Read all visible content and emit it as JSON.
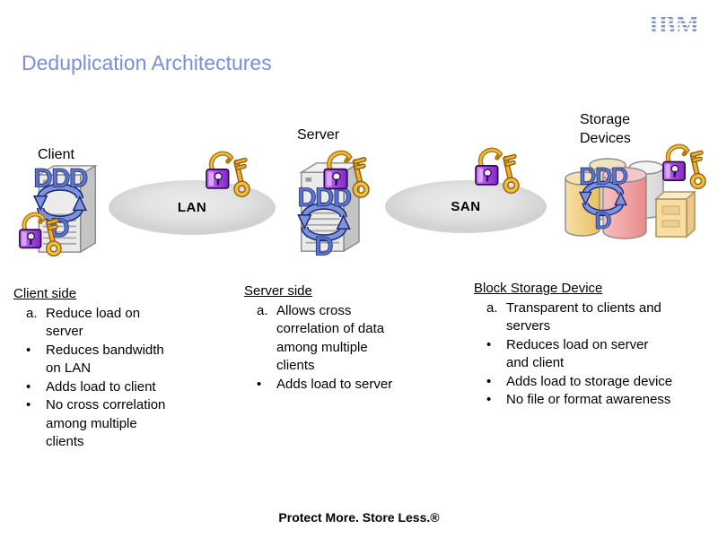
{
  "brand": {
    "logo_text": "IBM"
  },
  "title": "Deduplication Architectures",
  "diagram": {
    "client_label": "Client",
    "server_label": "Server",
    "storage_label_lines": [
      "Storage",
      "Devices"
    ],
    "lan_label": "LAN",
    "san_label": "SAN",
    "dedup_top": "DDD",
    "dedup_bottom": "D"
  },
  "columns": [
    {
      "heading": "Client side",
      "items": [
        {
          "marker": "a.",
          "lines": [
            "Reduce load on",
            "server"
          ]
        },
        {
          "marker": "•",
          "lines": [
            "Reduces bandwidth",
            "on LAN"
          ]
        },
        {
          "marker": "•",
          "lines": [
            "Adds load to client"
          ]
        },
        {
          "marker": "•",
          "lines": [
            "No cross correlation",
            "among multiple",
            "clients"
          ]
        }
      ]
    },
    {
      "heading": "Server side",
      "items": [
        {
          "marker": "a.",
          "lines": [
            "Allows cross",
            "correlation of data",
            "among multiple",
            "clients"
          ]
        },
        {
          "marker": "•",
          "lines": [
            "Adds load to server"
          ]
        }
      ]
    },
    {
      "heading": "Block Storage Device",
      "items": [
        {
          "marker": "a.",
          "lines": [
            "Transparent to clients and",
            "servers"
          ]
        },
        {
          "marker": "•",
          "lines": [
            "Reduces load on server",
            "and client"
          ]
        },
        {
          "marker": "•",
          "lines": [
            "Adds load to storage device"
          ]
        },
        {
          "marker": "•",
          "lines": [
            "No file or format awareness"
          ]
        }
      ]
    }
  ],
  "footer": {
    "text": "Protect More. Store Less.®"
  },
  "colors": {
    "title": "#7c8ed4",
    "brand": "#8292d6",
    "ellipse_gray": "#e2e2e2",
    "dedup_letter_blue": "#5b74cf",
    "dedup_arrow_blue": "#7e93e0",
    "lock_purple": "#8224c9",
    "key_gold": "#f0b02c",
    "text_black": "#000000"
  }
}
